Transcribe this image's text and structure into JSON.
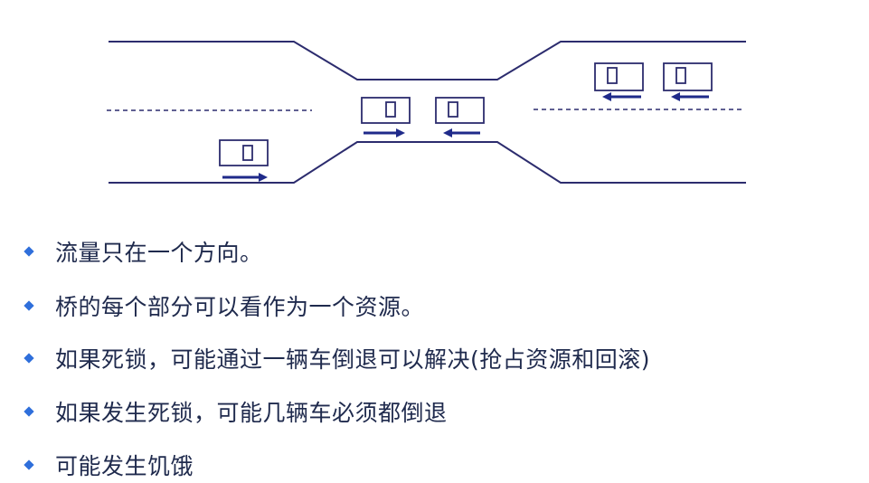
{
  "colors": {
    "road": "#2c2c6e",
    "lane_divider": "#2c2c6e",
    "car_outline": "#2c2c6e",
    "arrow": "#1f2a8a",
    "bullet": "#2f6fdb",
    "text": "#1f2a4d"
  },
  "bullets": [
    {
      "icon": "diamond-bullet-icon",
      "text": "流量只在一个方向。"
    },
    {
      "icon": "diamond-bullet-icon",
      "text": "桥的每个部分可以看作为一个资源。"
    },
    {
      "icon": "diamond-bullet-icon",
      "text": "如果死锁，可能通过一辆车倒退可以解决(抢占资源和回滚)"
    },
    {
      "icon": "diamond-bullet-icon",
      "text": "如果发生死锁，可能几辆车必须都倒退"
    },
    {
      "icon": "diamond-bullet-icon",
      "text": "可能发生饥饿"
    }
  ]
}
